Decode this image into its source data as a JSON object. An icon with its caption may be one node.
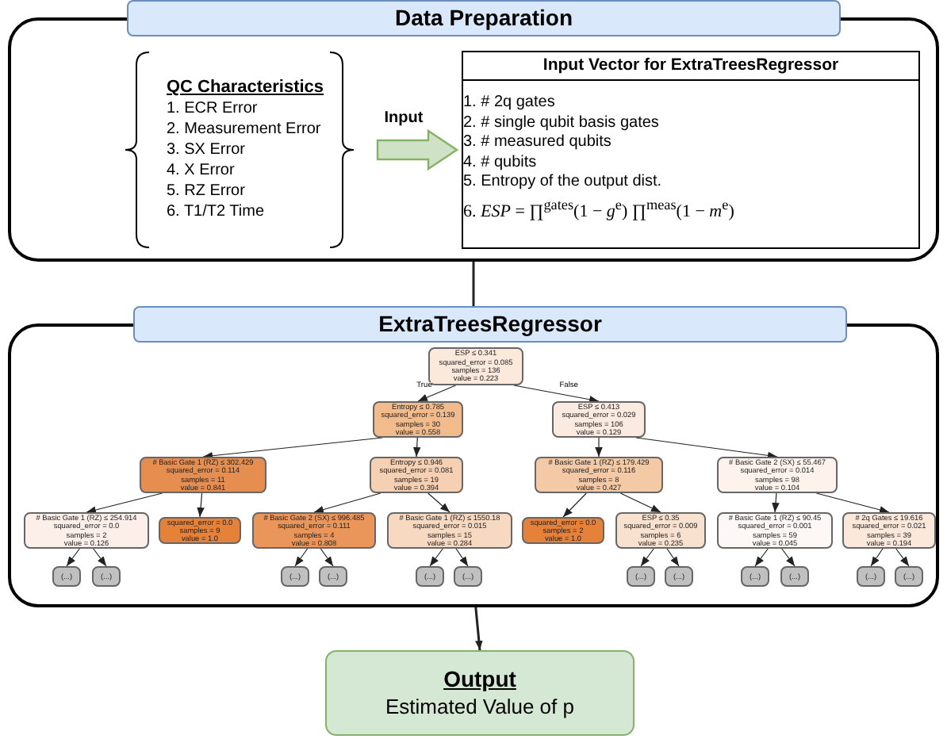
{
  "diagram": {
    "nodes": [
      {
        "text": [
          "Data Preparation"
        ]
      },
      {
        "text": [
          "QC Characteristics",
          "1. ECR Error",
          "2. Measurement Error",
          "3. SX Error",
          "4. X Error",
          "5. RZ Error",
          "6. T1/T2 Time"
        ],
        "in": 0
      },
      {
        "text": [
          "Input Vector for ExtraTreesRegressor",
          "1. # 2q gates",
          "2. # single qubit basis gates",
          "3. # measured qubits",
          "4. # qubits",
          "5. Entropy of the output dist.",
          "6. *ESP* = ∏$^{gates}$(1 − *g*$^{e}$) ∏$^{meas}$(1 − *m*$^{e}$)"
        ],
        "in": 0
      },
      {
        "text": [
          "ExtraTreesRegressor"
        ]
      },
      {
        "text": [
          "ESP ≤ 0.341",
          "squared_error = 0.085",
          "samples = 136",
          "value = 0.223"
        ],
        "in": 3
      },
      {
        "text": [
          "Entropy ≤ 0.785",
          "squared_error = 0.139",
          "samples = 30",
          "value = 0.558"
        ],
        "in": 3
      },
      {
        "text": [
          "ESP ≤ 0.413",
          "squared_error = 0.029",
          "samples = 106",
          "value = 0.129"
        ],
        "in": 3
      },
      {
        "text": [
          "# Basic Gate 1 (RZ) ≤ 302.429",
          "squared_error = 0.114",
          "samples = 11",
          "value = 0.841"
        ],
        "in": 3
      },
      {
        "text": [
          "Entropy ≤ 0.946",
          "squared_error = 0.081",
          "samples = 19",
          "value = 0.394"
        ],
        "in": 3
      },
      {
        "text": [
          "# Basic Gate 1 (RZ) ≤ 179.429",
          "squared_error = 0.116",
          "samples = 8",
          "value = 0.427"
        ],
        "in": 3
      },
      {
        "text": [
          "# Basic Gate 2 (SX) ≤ 55.467",
          "squared_error = 0.014",
          "samples = 98",
          "value = 0.104"
        ],
        "in": 3
      },
      {
        "text": [
          "# Basic Gate 1 (RZ) ≤ 254.914",
          "squared_error = 0.0",
          "samples = 2",
          "value = 0.126"
        ],
        "in": 3
      },
      {
        "text": [
          "squared_error = 0.0",
          "samples = 9",
          "value = 1.0"
        ],
        "in": 3
      },
      {
        "text": [
          "# Basic Gate 2 (SX) ≤ 996.485",
          "squared_error = 0.111",
          "samples = 4",
          "value = 0.808"
        ],
        "in": 3
      },
      {
        "text": [
          "# Basic Gate 1 (RZ) ≤ 1550.18",
          "squared_error = 0.015",
          "samples = 15",
          "value = 0.284"
        ],
        "in": 3
      },
      {
        "text": [
          "squared_error = 0.0",
          "samples = 2",
          "value = 1.0"
        ],
        "in": 3
      },
      {
        "text": [
          "ESP ≤ 0.35",
          "squared_error = 0.009",
          "samples = 6",
          "value = 0.235"
        ],
        "in": 3
      },
      {
        "text": [
          "# Basic Gate 1 (RZ) ≤ 90.45",
          "squared_error = 0.001",
          "samples = 59",
          "value = 0.045"
        ],
        "in": 3
      },
      {
        "text": [
          "# 2q Gates ≤ 19.616",
          "squared_error = 0.021",
          "samples = 39",
          "value = 0.194"
        ],
        "in": 3
      },
      {
        "text": [
          "(...)"
        ],
        "in": 3
      },
      {
        "text": [
          "(...)"
        ],
        "in": 3
      },
      {
        "text": [
          "(...)"
        ],
        "in": 3
      },
      {
        "text": [
          "(...)"
        ],
        "in": 3
      },
      {
        "text": [
          "(...)"
        ],
        "in": 3
      },
      {
        "text": [
          "(...)"
        ],
        "in": 3
      },
      {
        "text": [
          "(...)"
        ],
        "in": 3
      },
      {
        "text": [
          "(...)"
        ],
        "in": 3
      },
      {
        "text": [
          "(...)"
        ],
        "in": 3
      },
      {
        "text": [
          "(...)"
        ],
        "in": 3
      },
      {
        "text": [
          "(...)"
        ],
        "in": 3
      },
      {
        "text": [
          "(...)"
        ],
        "in": 3
      },
      {
        "text": [
          "Output",
          "Estimated Value of p"
        ]
      }
    ],
    "edges": [
      {
        "from": 0,
        "to": 3,
        "arrow": "none"
      },
      {
        "from": 1,
        "to": 2,
        "arrow": "to",
        "label": "Input",
        "style": "thick",
        "color": "#82b366"
      },
      {
        "from": 4,
        "to": 5,
        "arrow": "to",
        "label": "True"
      },
      {
        "from": 4,
        "to": 6,
        "arrow": "to",
        "label": "False"
      },
      {
        "from": 5,
        "to": 7,
        "arrow": "to"
      },
      {
        "from": 5,
        "to": 8,
        "arrow": "to"
      },
      {
        "from": 6,
        "to": 9,
        "arrow": "to"
      },
      {
        "from": 6,
        "to": 10,
        "arrow": "to"
      },
      {
        "from": 7,
        "to": 11,
        "arrow": "to"
      },
      {
        "from": 7,
        "to": 12,
        "arrow": "to"
      },
      {
        "from": 8,
        "to": 13,
        "arrow": "to"
      },
      {
        "from": 8,
        "to": 14,
        "arrow": "to"
      },
      {
        "from": 9,
        "to": 15,
        "arrow": "to"
      },
      {
        "from": 9,
        "to": 16,
        "arrow": "to"
      },
      {
        "from": 10,
        "to": 17,
        "arrow": "to"
      },
      {
        "from": 10,
        "to": 18,
        "arrow": "to"
      },
      {
        "from": 11,
        "to": 19,
        "arrow": "to"
      },
      {
        "from": 11,
        "to": 20,
        "arrow": "to"
      },
      {
        "from": 13,
        "to": 21,
        "arrow": "to"
      },
      {
        "from": 13,
        "to": 22,
        "arrow": "to"
      },
      {
        "from": 14,
        "to": 23,
        "arrow": "to"
      },
      {
        "from": 14,
        "to": 24,
        "arrow": "to"
      },
      {
        "from": 16,
        "to": 25,
        "arrow": "to"
      },
      {
        "from": 16,
        "to": 26,
        "arrow": "to"
      },
      {
        "from": 17,
        "to": 27,
        "arrow": "to"
      },
      {
        "from": 17,
        "to": 28,
        "arrow": "to"
      },
      {
        "from": 18,
        "to": 29,
        "arrow": "to"
      },
      {
        "from": 18,
        "to": 30,
        "arrow": "to"
      },
      {
        "from": 3,
        "to": 31,
        "arrow": "to"
      }
    ]
  }
}
